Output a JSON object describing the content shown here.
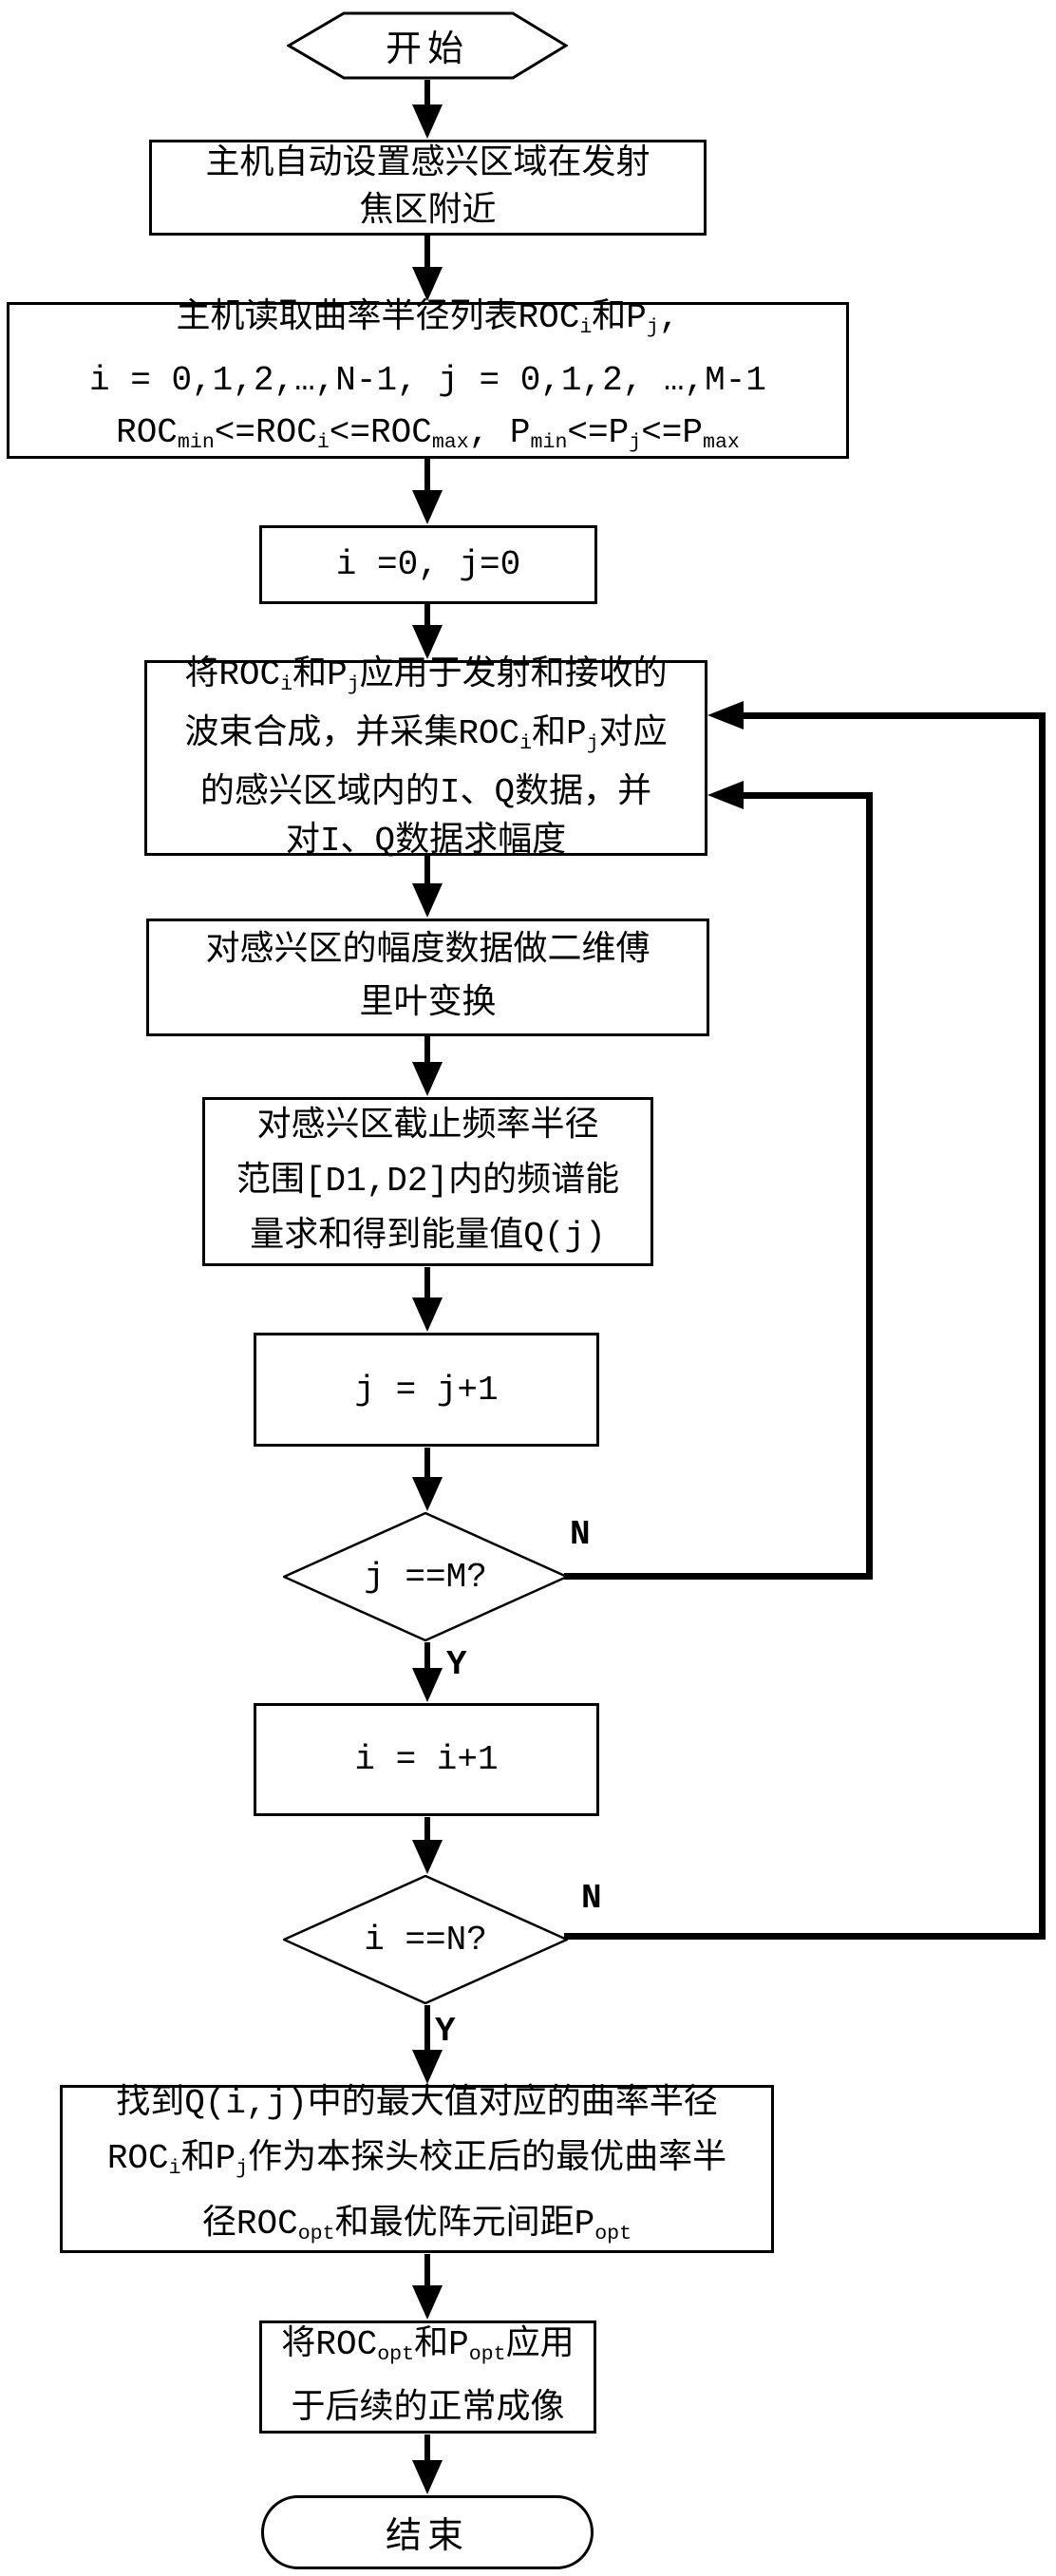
{
  "figure": {
    "background": "#ffffff",
    "line_color": "#000000",
    "type": "flowchart"
  },
  "labels": {
    "yes": "Y",
    "no": "N"
  },
  "nodes": {
    "start": {
      "type": "terminal",
      "text": "开始"
    },
    "set_roi": {
      "type": "process",
      "lines": [
        "主机自动设置感兴区域在发射",
        "焦区附近"
      ]
    },
    "read_list": {
      "type": "process",
      "lines": [
        "主机读取曲率半径列表ROC~i~和P~j~,",
        "i = 0,1,2,…,N-1, j = 0,1,2, …,M-1",
        "ROC~min~<=ROC~i~<=ROC~max~, P~min~<=P~j~<=P~max~"
      ]
    },
    "init": {
      "type": "process",
      "text": "i =0, j=0"
    },
    "beamform": {
      "type": "process",
      "lines": [
        "将ROC~i~和P~j~应用于发射和接收的",
        "波束合成，并采集ROC~i~和P~j~对应",
        "的感兴区域内的I、Q数据，并",
        "对I、Q数据求幅度"
      ]
    },
    "fft": {
      "type": "process",
      "lines": [
        "对感兴区的幅度数据做二维傅",
        "里叶变换"
      ]
    },
    "energy": {
      "type": "process",
      "lines": [
        "对感兴区截止频率半径",
        "范围[D1,D2]内的频谱能",
        "量求和得到能量值Q(j)"
      ]
    },
    "inc_j": {
      "type": "process",
      "text": "j = j+1"
    },
    "check_j": {
      "type": "decision",
      "text": "j ==M?"
    },
    "inc_i": {
      "type": "process",
      "text": "i = i+1"
    },
    "check_i": {
      "type": "decision",
      "text": "i ==N?"
    },
    "find_max": {
      "type": "process",
      "lines": [
        "找到Q(i,j)中的最大值对应的曲率半径",
        "ROC~i~和P~j~作为本探头校正后的最优曲率半",
        "径ROC~opt~和最优阵元间距P~opt~"
      ]
    },
    "apply_opt": {
      "type": "process",
      "lines": [
        "将ROC~opt~和P~opt~应用",
        "于后续的正常成像"
      ]
    },
    "end": {
      "type": "terminal",
      "text": "结束"
    }
  }
}
